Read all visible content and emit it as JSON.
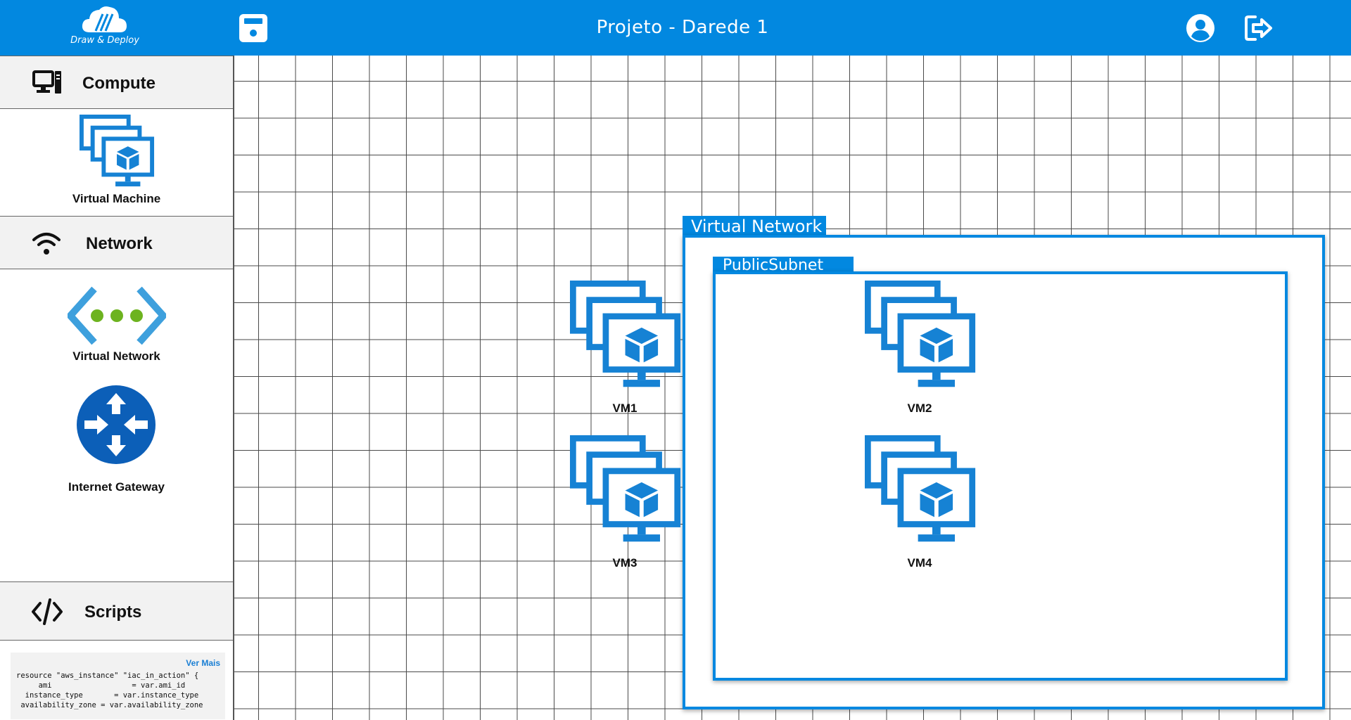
{
  "header": {
    "logo_text": "Draw & Deploy",
    "project_title": "Projeto - Darede 1",
    "save_icon": "save-icon",
    "user_icon": "user-account-icon",
    "logout_icon": "logout-icon",
    "brand_color": "#0288e0"
  },
  "sidebar": {
    "compute": {
      "label": "Compute",
      "icon": "desktop-computer-icon",
      "items": [
        {
          "label": "Virtual Machine",
          "icon": "virtual-machine-icon"
        }
      ]
    },
    "network": {
      "label": "Network",
      "icon": "wifi-icon",
      "items": [
        {
          "label": "Virtual Network",
          "icon": "virtual-network-icon"
        },
        {
          "label": "Internet Gateway",
          "icon": "internet-gateway-icon"
        }
      ]
    },
    "scripts": {
      "label": "Scripts",
      "icon": "code-icon",
      "ver_mais": "Ver Mais",
      "code": "resource \"aws_instance\" \"iac_in_action\" {\n     ami                  = var.ami_id\n  instance_type       = var.instance_type\n availability_zone = var.availability_zone"
    }
  },
  "canvas": {
    "virtual_network": {
      "label": "Virtual Network",
      "subnet": {
        "label": "PublicSubnet",
        "vms": [
          {
            "label": "VM1"
          },
          {
            "label": "VM2"
          },
          {
            "label": "VM3"
          },
          {
            "label": "VM4"
          }
        ]
      }
    }
  }
}
